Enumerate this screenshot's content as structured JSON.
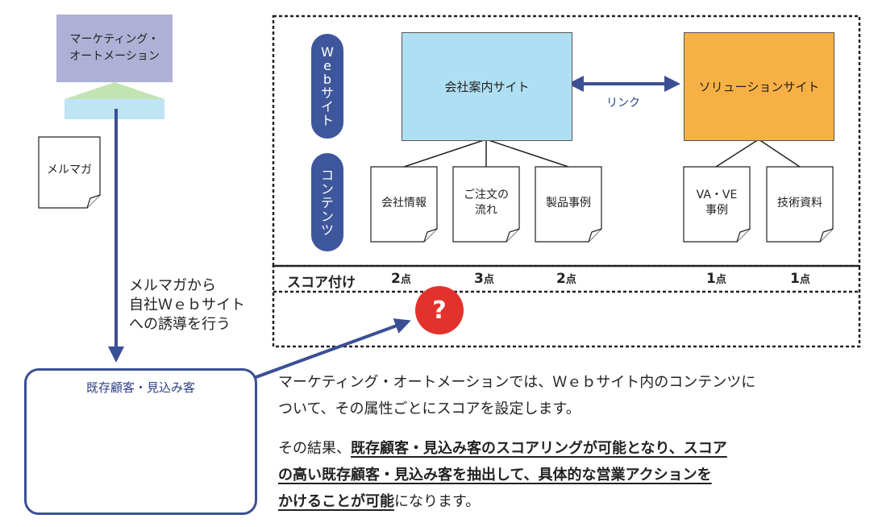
{
  "marketing_automation": {
    "line1": "マーケティング・",
    "line2": "オートメーション"
  },
  "mailmag": "メルマガ",
  "guide_text": [
    "メルマガから",
    "自社Ｗｅｂサイト",
    "への誘導を行う"
  ],
  "website_label": [
    "W",
    "e",
    "b",
    "サ",
    "イ",
    "ト"
  ],
  "contents_label": [
    "コ",
    "ン",
    "テ",
    "ン",
    "ツ"
  ],
  "sites": {
    "corporate": "会社案内サイト",
    "solution": "ソリューションサイト",
    "link": "リンク"
  },
  "documents": [
    {
      "lines": [
        "会社情報"
      ],
      "score": "2",
      "unit": "点"
    },
    {
      "lines": [
        "ご注文の",
        "流れ"
      ],
      "score": "3",
      "unit": "点"
    },
    {
      "lines": [
        "製品事例"
      ],
      "score": "2",
      "unit": "点"
    },
    {
      "lines": [
        "VA・VE",
        "事例"
      ],
      "score": "1",
      "unit": "点"
    },
    {
      "lines": [
        "技術資料"
      ],
      "score": "1",
      "unit": "点"
    }
  ],
  "score_label": "スコア付け",
  "question_mark": "?",
  "customers_title": "既存顧客・見込み客",
  "paragraph1": {
    "line1": "マーケティング・オートメーションでは、Ｗｅｂサイト内のコンテンツに",
    "line2": "ついて、その属性ごとにスコアを設定します。"
  },
  "paragraph2": {
    "line1_plain": "その結果、",
    "line1_bold": "既存顧客・見込み客のスコアリングが可能となり、スコア",
    "line2_bold": "の高い既存顧客・見込み客を抽出して、具体的な営業アクションを",
    "line3_bold": "かけることが可能",
    "line3_plain": "になります。"
  },
  "colors": {
    "navy": "#3b4f94",
    "ma_box": "#aeb1d5",
    "corporate_site": "#aedff2",
    "solution_site": "#f6b045",
    "question": "#e3322d",
    "pill": "#3d569c",
    "triangle": "#c2e4b2",
    "base": "#bfe4f3"
  }
}
